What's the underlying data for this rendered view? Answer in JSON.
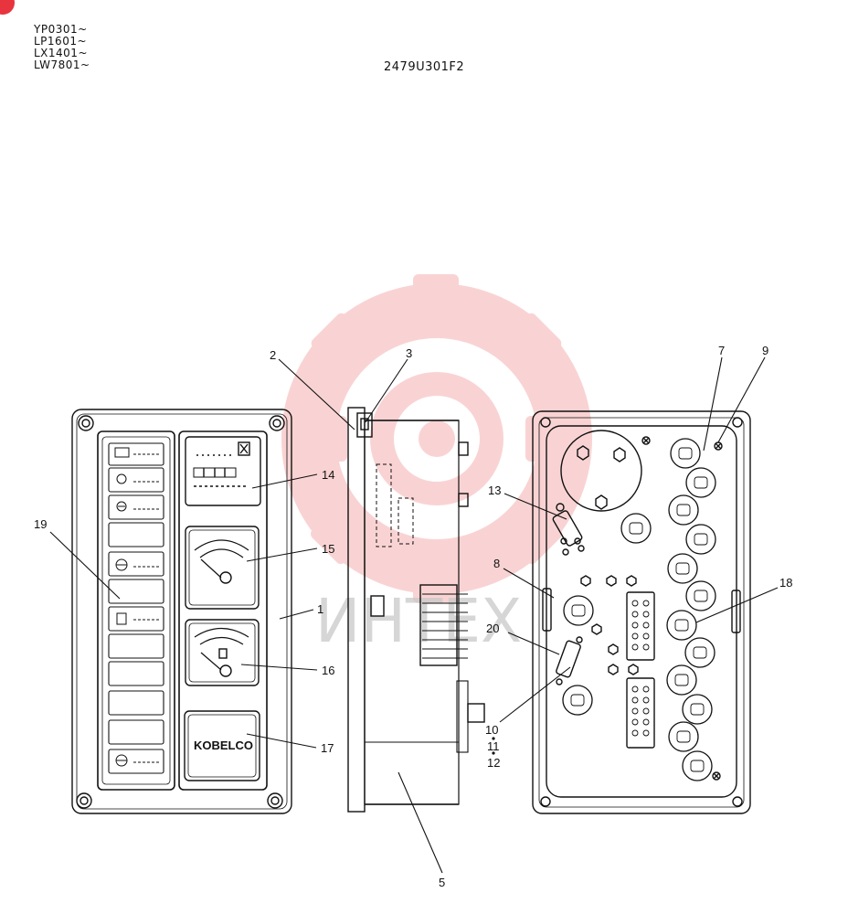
{
  "header": {
    "serial_numbers": [
      "YP0301~",
      "LP1601~",
      "LX1401~",
      "LW7801~"
    ],
    "drawing_number": "2479U301F2"
  },
  "panel_logo": "KOBELCO",
  "watermark": {
    "text": "ИНТЕХ",
    "color": "#f4a8a8"
  },
  "callouts": [
    {
      "id": "c1",
      "label": "1"
    },
    {
      "id": "c2",
      "label": "2"
    },
    {
      "id": "c3",
      "label": "3"
    },
    {
      "id": "c5",
      "label": "5"
    },
    {
      "id": "c7",
      "label": "7"
    },
    {
      "id": "c8",
      "label": "8"
    },
    {
      "id": "c9",
      "label": "9"
    },
    {
      "id": "c10",
      "label": "10"
    },
    {
      "id": "c11",
      "label": "11"
    },
    {
      "id": "c12",
      "label": "12"
    },
    {
      "id": "c13",
      "label": "13"
    },
    {
      "id": "c14",
      "label": "14"
    },
    {
      "id": "c15",
      "label": "15"
    },
    {
      "id": "c16",
      "label": "16"
    },
    {
      "id": "c17",
      "label": "17"
    },
    {
      "id": "c18",
      "label": "18"
    },
    {
      "id": "c19",
      "label": "19"
    },
    {
      "id": "c20",
      "label": "20"
    }
  ]
}
